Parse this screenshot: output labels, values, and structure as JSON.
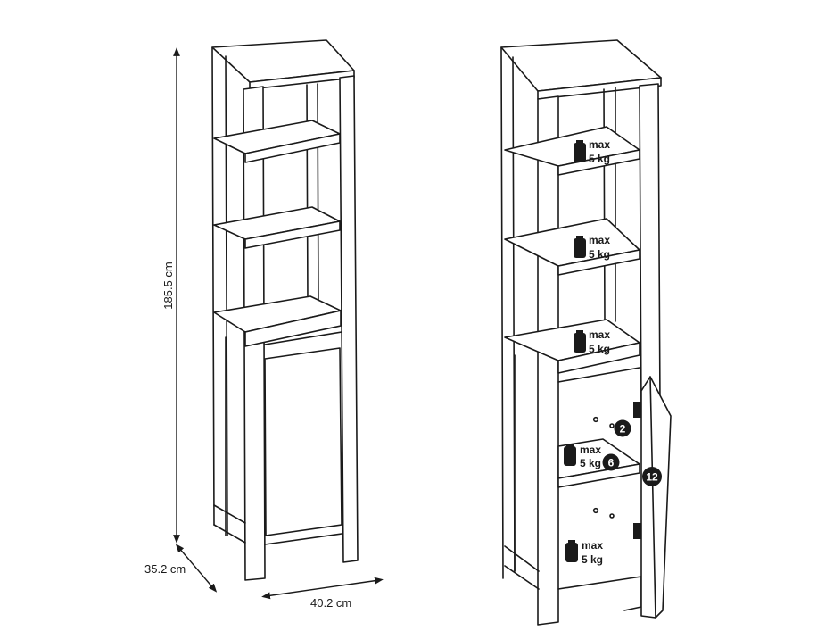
{
  "dimensions": {
    "height": "185.5 cm",
    "depth": "35.2 cm",
    "width": "40.2 cm"
  },
  "load_labels": {
    "max": "max",
    "weight": "5 kg"
  },
  "badges": [
    "2",
    "6",
    "12"
  ]
}
